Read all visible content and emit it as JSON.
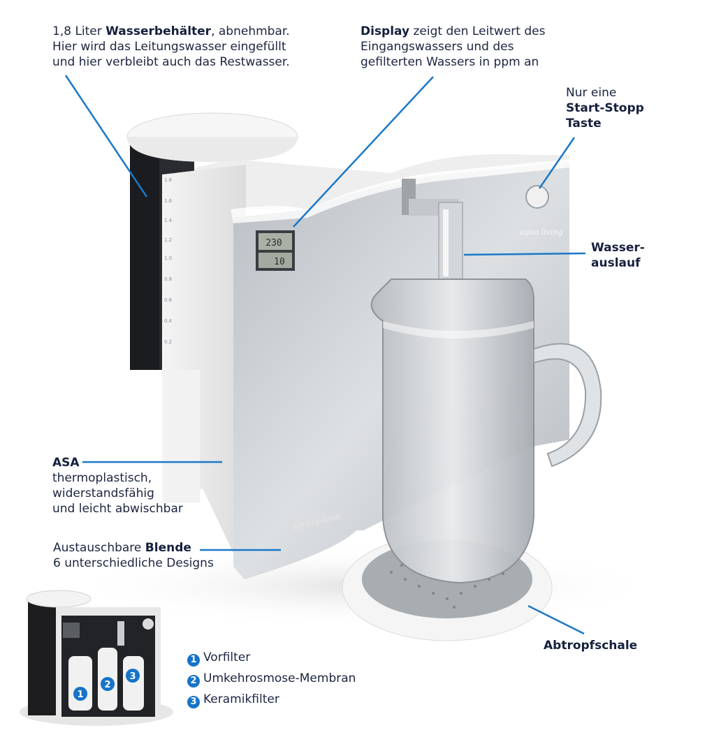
{
  "callouts": {
    "tank": {
      "line1_pre": "1,8 Liter ",
      "line1_bold": "Wasserbehälter",
      "line1_post": ",  abnehmbar.",
      "line2": "Hier wird das Leitungswasser eingefüllt",
      "line3": "und hier verbleibt auch das Restwasser."
    },
    "display": {
      "line1_bold": "Display",
      "line1_post": " zeigt den Leitwert des",
      "line2": "Eingangswassers und des",
      "line3": "gefilterten Wassers in ppm an"
    },
    "button": {
      "line1": "Nur eine",
      "line2": "Start-Stopp",
      "line3": "Taste"
    },
    "spout": {
      "line1": "Wasser-",
      "line2": "auslauf"
    },
    "asa": {
      "line1": "ASA",
      "line2": "thermoplastisch,",
      "line3": "widerstandsfähig",
      "line4": "und leicht abwischbar"
    },
    "blende": {
      "line1_pre": "Austauschbare ",
      "line1_bold": "Blende",
      "line2": "6 unterschiedliche Designs"
    },
    "tray": {
      "label": "Abtropfschale"
    }
  },
  "filters": [
    {
      "num": "1",
      "label": "Vorfilter"
    },
    {
      "num": "2",
      "label": "Umkehrosmose-Membran"
    },
    {
      "num": "3",
      "label": "Keramikfilter"
    }
  ],
  "device": {
    "brand": "aqua living",
    "panel_logo": "spring-time",
    "display_top": "230",
    "display_bottom": "10",
    "scale_marks": [
      "1.8",
      "1.6",
      "1.4",
      "1.2",
      "1.0",
      "0.8",
      "0.6",
      "0.4",
      "0.2"
    ]
  },
  "colors": {
    "leader": "#1a78c8",
    "badge": "#1673c9",
    "text": "#1c2540"
  }
}
